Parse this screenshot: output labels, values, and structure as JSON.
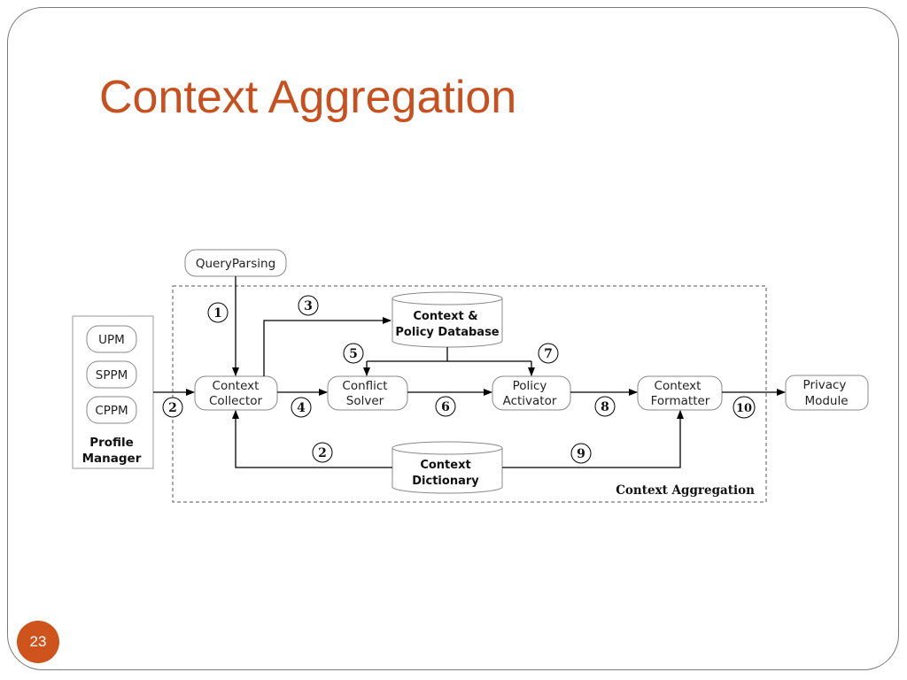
{
  "slide": {
    "title": "Context Aggregation",
    "page_number": "23"
  },
  "diagram": {
    "query_parsing": "QueryParsing",
    "profile_manager": {
      "items": [
        "UPM",
        "SPPM",
        "CPPM"
      ],
      "label_line1": "Profile",
      "label_line2": "Manager"
    },
    "context_collector": [
      "Context",
      "Collector"
    ],
    "conflict_solver": [
      "Conflict",
      "Solver"
    ],
    "policy_activator": [
      "Policy",
      "Activator"
    ],
    "context_formatter": [
      "Context",
      "Formatter"
    ],
    "privacy_module": [
      "Privacy",
      "Module"
    ],
    "policy_database": [
      "Context &",
      "Policy Database"
    ],
    "context_dictionary": [
      "Context",
      "Dictionary"
    ],
    "region_label": "Context Aggregation",
    "step_numbers": [
      "1",
      "2",
      "2",
      "3",
      "4",
      "5",
      "6",
      "7",
      "8",
      "9",
      "10"
    ]
  }
}
